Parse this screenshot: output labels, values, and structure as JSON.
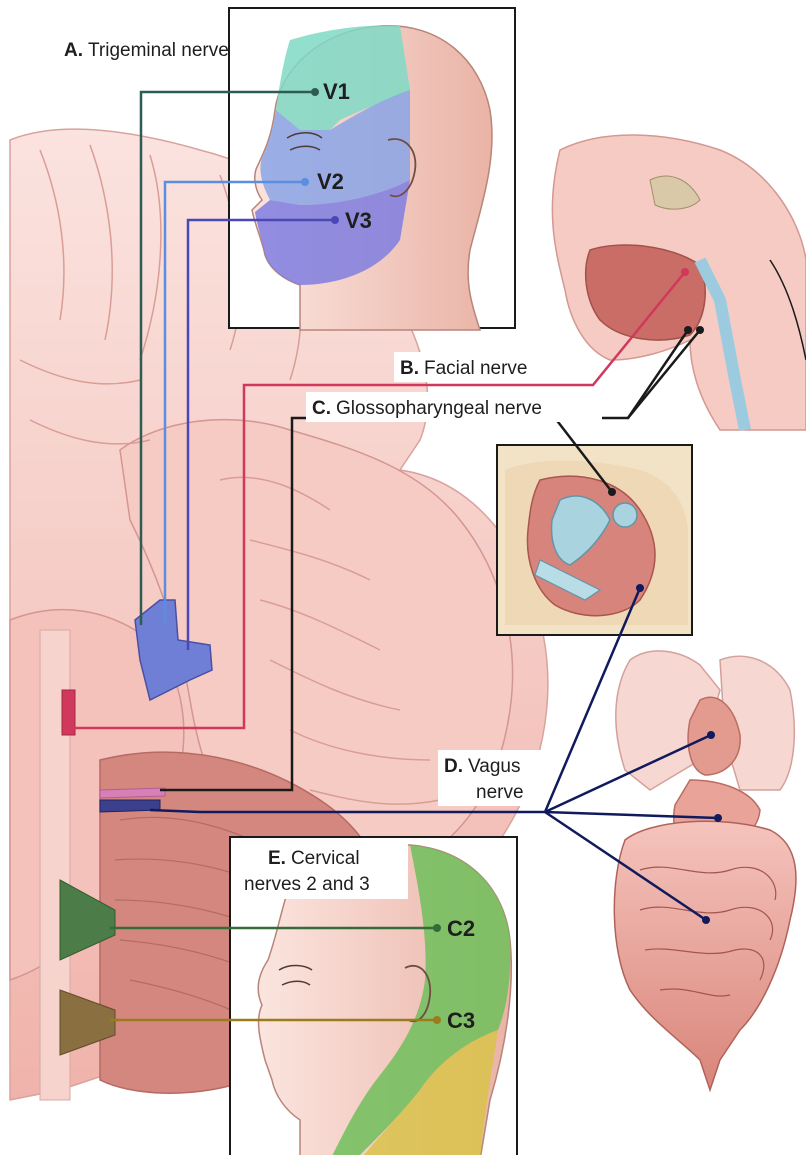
{
  "labels": {
    "a_letter": "A.",
    "a_text": "Trigeminal nerve",
    "b_letter": "B.",
    "b_text": "Facial nerve",
    "c_letter": "C.",
    "c_text": "Glossopharyngeal nerve",
    "d_letter": "D.",
    "d_text_1": "Vagus",
    "d_text_2": "nerve",
    "e_letter": "E.",
    "e_text_1": "Cervical",
    "e_text_2": "nerves 2 and 3"
  },
  "branches": {
    "v1": "V1",
    "v2": "V2",
    "v3": "V3",
    "c2": "C2",
    "c3": "C3"
  },
  "colors": {
    "trigeminal_v1": "#2e5c52",
    "trigeminal_v2": "#5b8ee0",
    "trigeminal_v3": "#4a48b5",
    "facial": "#d0385c",
    "glossopharyngeal": "#1a1a1a",
    "vagus": "#101a5c",
    "cervical_c2": "#356b3a",
    "cervical_c3": "#9a7c1c",
    "zone_v1": "#7fd9c6",
    "zone_v2": "#8aa4e6",
    "zone_v3": "#7f7ee0",
    "zone_c2": "#6fbf5a",
    "zone_c3": "#d9c24a",
    "tissue": "#f3c2bc"
  }
}
